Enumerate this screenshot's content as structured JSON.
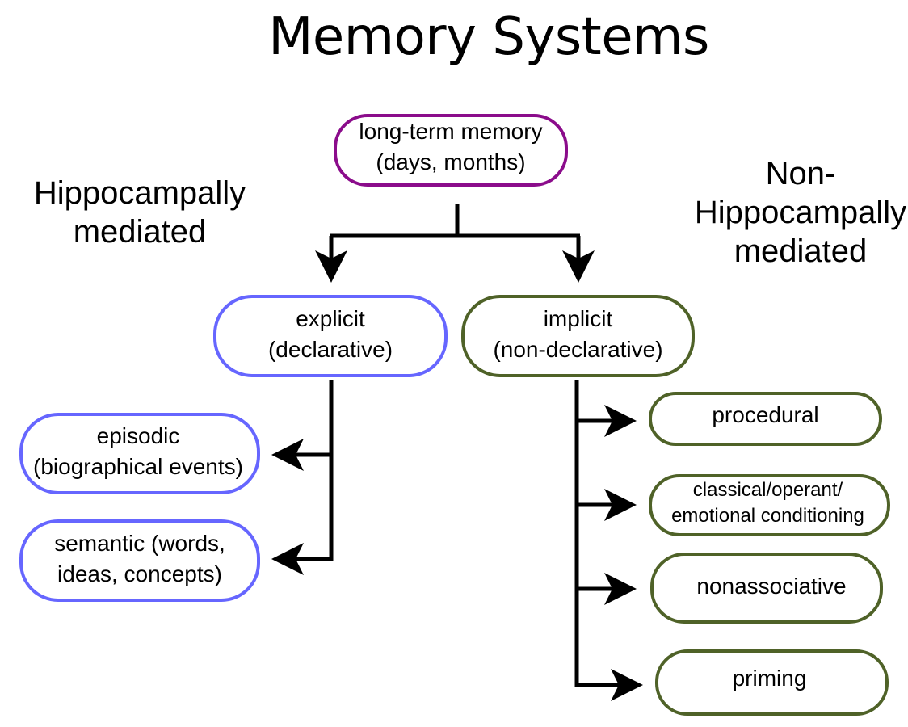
{
  "title": "Memory Systems",
  "side_labels": {
    "left": [
      "Hippocampally",
      "mediated"
    ],
    "right": [
      "Non-",
      "Hippocampally",
      "mediated"
    ]
  },
  "colors": {
    "long_term": "#8b0c8b",
    "explicit_branch": "#6666ff",
    "implicit_branch": "#4f6228",
    "connector": "#000000"
  },
  "nodes": {
    "long_term_memory": {
      "line1": "long-term memory",
      "line2": "(days, months)"
    },
    "explicit": {
      "line1": "explicit",
      "line2": "(declarative)"
    },
    "implicit": {
      "line1": "implicit",
      "line2": "(non-declarative)"
    },
    "episodic": {
      "line1": "episodic",
      "line2": "(biographical events)"
    },
    "semantic": {
      "line1": "semantic (words,",
      "line2": "ideas, concepts)"
    },
    "procedural": {
      "line1": "procedural"
    },
    "conditioning": {
      "line1": "classical/operant/",
      "line2": "emotional conditioning"
    },
    "nonassociative": {
      "line1": "nonassociative"
    },
    "priming": {
      "line1": "priming"
    }
  },
  "edges": [
    {
      "from": "long-term memory",
      "to": "explicit"
    },
    {
      "from": "long-term memory",
      "to": "implicit"
    },
    {
      "from": "explicit",
      "to": "episodic"
    },
    {
      "from": "explicit",
      "to": "semantic"
    },
    {
      "from": "implicit",
      "to": "procedural"
    },
    {
      "from": "implicit",
      "to": "classical/operant/emotional conditioning"
    },
    {
      "from": "implicit",
      "to": "nonassociative"
    },
    {
      "from": "implicit",
      "to": "priming"
    }
  ]
}
